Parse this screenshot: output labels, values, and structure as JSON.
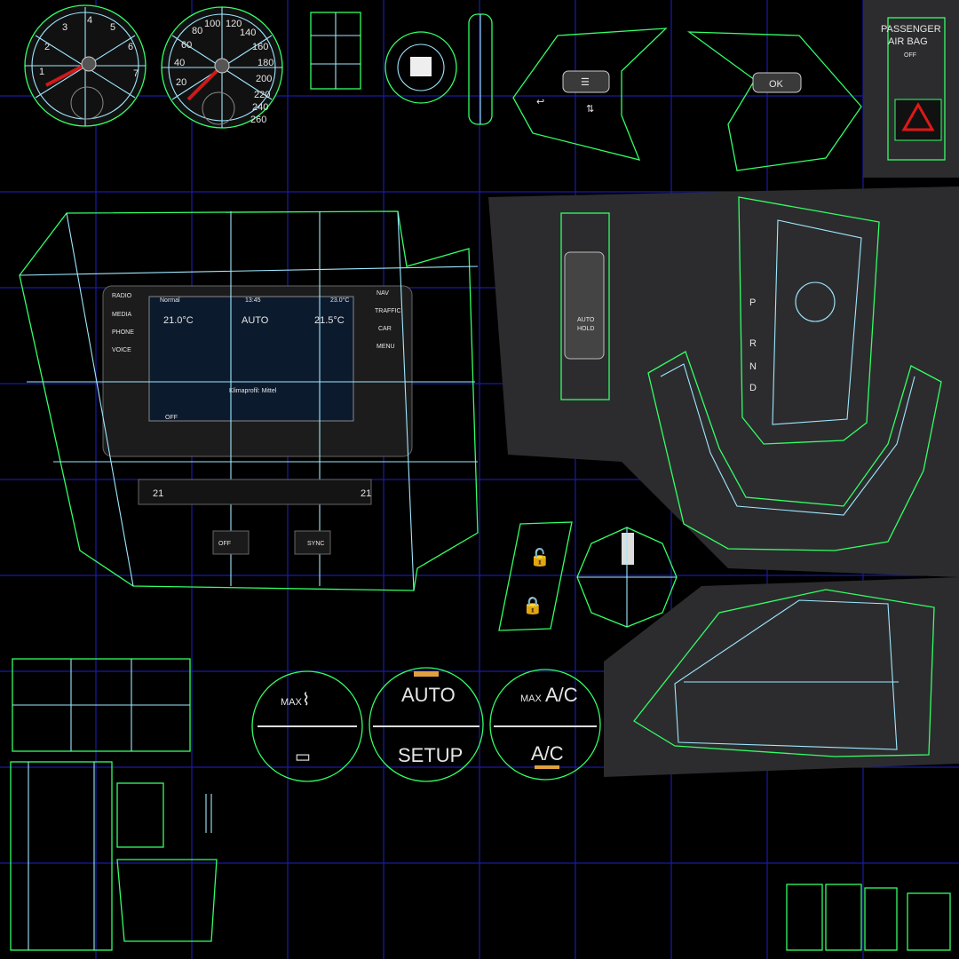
{
  "colors": {
    "background": "#000000",
    "grid": "#1a1aa8",
    "wire_outer": "#33ff66",
    "wire_inner": "#9fe8ff",
    "panel": "#2c2c2e",
    "needle": "#d01818",
    "screen": "#0c1a2e"
  },
  "gauges": {
    "tach_ticks": [
      "1",
      "2",
      "3",
      "4",
      "5",
      "6",
      "7"
    ],
    "speedo_ticks": [
      "20",
      "40",
      "60",
      "80",
      "100",
      "120",
      "140",
      "160",
      "180",
      "200",
      "220",
      "240",
      "260"
    ]
  },
  "steering_left": {
    "icons": [
      "menu-icon",
      "back-icon",
      "up-down-icon"
    ]
  },
  "steering_right": {
    "ok_label": "OK"
  },
  "passenger_panel": {
    "line1": "PASSENGER",
    "line2": "AIR BAG",
    "off_label": "OFF",
    "hazard_icon": "hazard-triangle-icon"
  },
  "infotainment": {
    "left_buttons": [
      "RADIO",
      "MEDIA",
      "PHONE",
      "VOICE"
    ],
    "right_buttons": [
      "NAV",
      "TRAFFIC",
      "CAR",
      "MENU"
    ],
    "header_left": "Normal",
    "time": "13:45",
    "header_right": "23.0°C",
    "temp_left": "21.0°C",
    "mode": "AUTO",
    "temp_right": "21.5°C",
    "profile": "Klimaprofil: Mittel",
    "off": "OFF"
  },
  "climate_strip": {
    "temp_left": "21",
    "temp_right": "21",
    "off": "OFF",
    "sync": "SYNC"
  },
  "shifter": {
    "gears": [
      "P",
      "R",
      "N",
      "D"
    ]
  },
  "auto_hold": {
    "label1": "AUTO",
    "label2": "HOLD"
  },
  "knobs": {
    "max_label": "MAX",
    "auto_label": "AUTO",
    "setup_label": "SETUP",
    "max_ac_prefix": "MAX",
    "max_ac_label": "A/C",
    "ac_label": "A/C"
  }
}
